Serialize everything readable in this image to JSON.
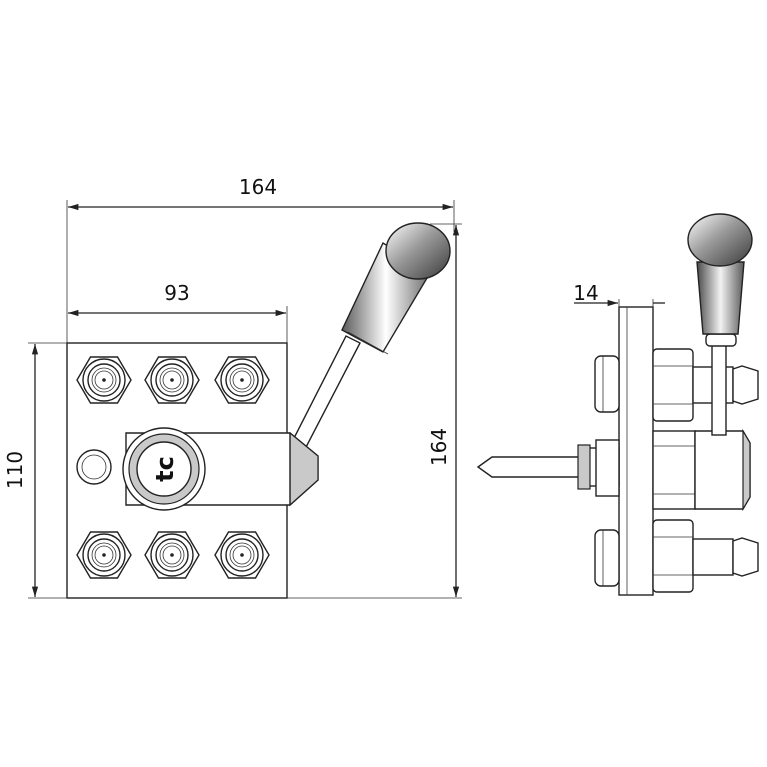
{
  "dimensions": {
    "overall_width": "164",
    "plate_width": "93",
    "plate_height": "110",
    "overall_height": "164",
    "side_thickness": "14"
  },
  "logo": {
    "text": "tc"
  }
}
